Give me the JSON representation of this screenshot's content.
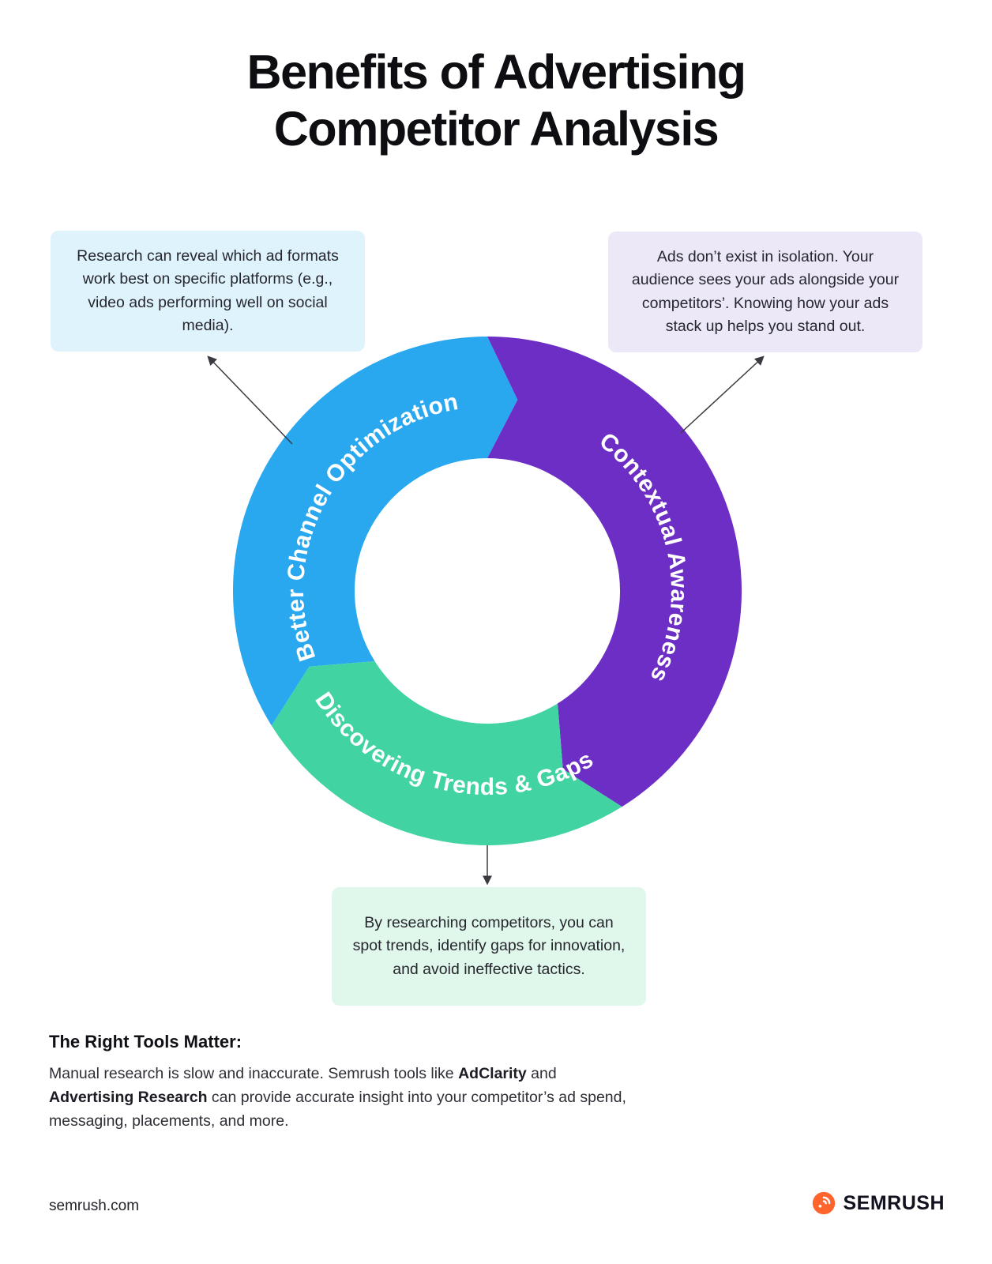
{
  "title": {
    "line1": "Benefits of Advertising",
    "line2": "Competitor Analysis"
  },
  "callouts": {
    "channel_optimization": "Research can reveal which ad formats work best on specific platforms (e.g., video ads performing well on social media).",
    "contextual_awareness": "Ads don’t exist in isolation. Your audience sees your ads alongside your competitors’. Knowing how your ads stack up helps you stand out.",
    "trends_gaps": "By researching competitors, you can spot trends, identify gaps for innovation, and avoid ineffective tactics."
  },
  "chart_data": {
    "type": "cycle-donut",
    "title": "Benefits of Advertising Competitor Analysis",
    "direction": "clockwise",
    "segments": [
      {
        "label": "Better Channel Optimization",
        "color": "#29A8F0",
        "callout_color": "#DFF3FD",
        "note": "Research can reveal which ad formats work best on specific platforms (e.g., video ads performing well on social media)."
      },
      {
        "label": "Contextual Awareness",
        "color": "#6C2EC5",
        "callout_color": "#ECE8F8",
        "note": "Ads don’t exist in isolation. Your audience sees your ads alongside your competitors’. Knowing how your ads stack up helps you stand out."
      },
      {
        "label": "Discovering Trends & Gaps",
        "color": "#41D3A2",
        "callout_color": "#E0F7EB",
        "note": "By researching competitors, you can spot trends, identify gaps for innovation, and avoid ineffective tactics."
      }
    ]
  },
  "boxes": {
    "blue_bg": "#DFF3FD",
    "purple_bg": "#ECE8F8",
    "green_bg": "#E0F7EB"
  },
  "tools": {
    "heading": "The Right Tools Matter:",
    "body": [
      {
        "text": "Manual research is slow and inaccurate. Semrush tools like "
      },
      {
        "text": "AdClarity"
      },
      {
        "text": " and "
      },
      {
        "text": "Advertising Research"
      },
      {
        "text": " can provide accurate insight into your competitor’s ad spend, messaging, placements, and more."
      }
    ]
  },
  "footer": {
    "site": "semrush.com",
    "brand": "SEMRUSH",
    "brand_color": "#FF642D"
  }
}
